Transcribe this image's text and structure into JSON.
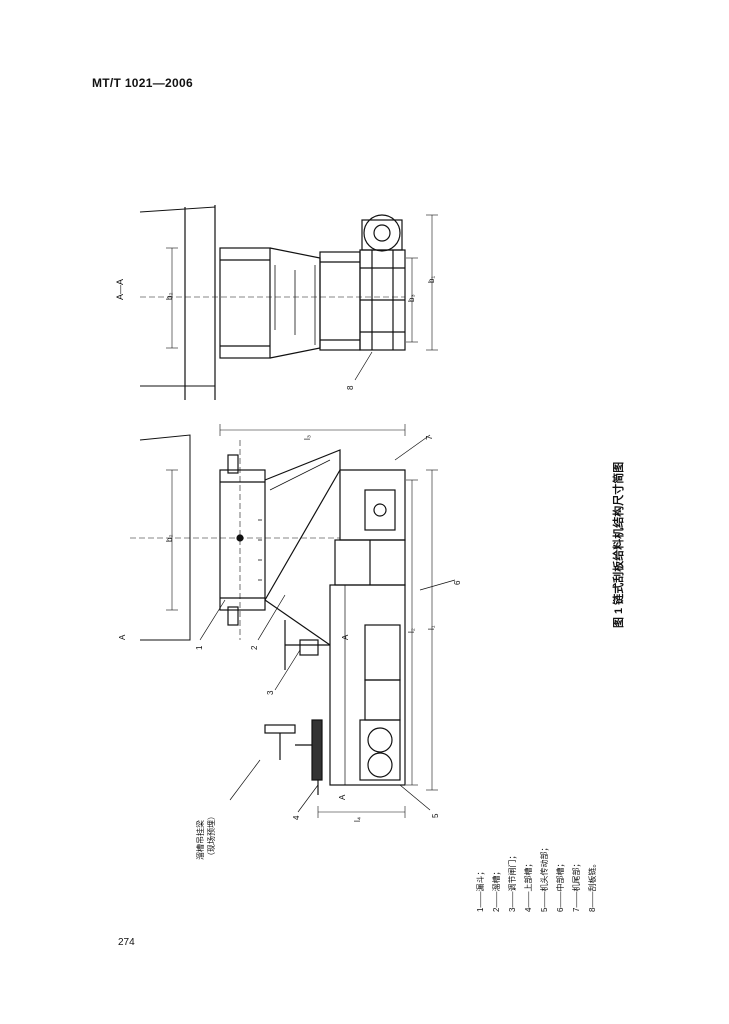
{
  "header": {
    "standard_code": "MT/T 1021—2006"
  },
  "page": {
    "number": "274"
  },
  "figure": {
    "caption": "图 1   链式刮板给料机结构尺寸简图",
    "section_label": "A—A",
    "dimension_labels": {
      "top_b2": "b₂",
      "top_b3": "b₃",
      "top_b1": "b₁",
      "bottom_b2": "b₂",
      "bottom_l3": "l₃",
      "bottom_l2": "l₂",
      "bottom_l1": "l₁",
      "bottom_l4": "l₄",
      "section_mark_A_top": "A",
      "section_mark_A_mid": "A",
      "section_mark_A_bot": "A"
    },
    "callouts": [
      "1",
      "2",
      "3",
      "4",
      "5",
      "6",
      "7",
      "8"
    ],
    "annotation": [
      "溜槽吊挂梁",
      "（现场预埋）"
    ],
    "legend": [
      "1——漏斗；",
      "2——溜槽；",
      "3——调节闸门；",
      "4——上部槽；",
      "5——机头传动部；",
      "6——中部槽；",
      "7——机尾部；",
      "8——刮板链。"
    ]
  }
}
